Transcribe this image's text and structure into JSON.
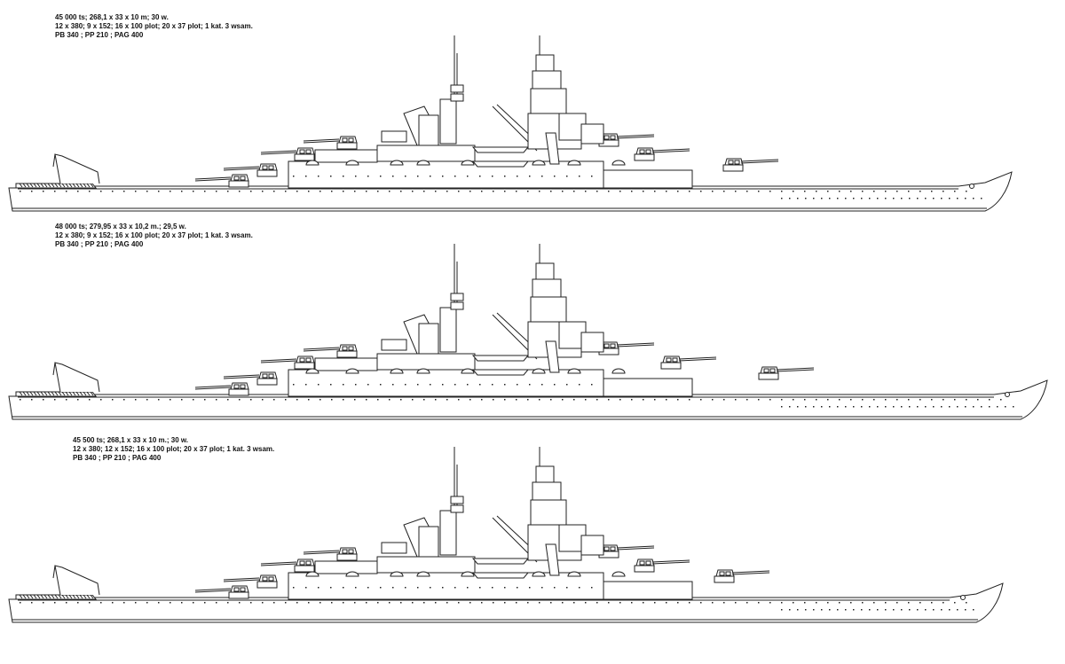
{
  "ships": [
    {
      "specs": [
        "45 000 ts; 268,1 x 33 x 10 m; 30 w.",
        "12 x 380; 9 x 152; 16 x 100 plot; 20 x 37 plot; 1 kat. 3 wsam.",
        "PB 340 ; PP 210 ; PAG 400"
      ]
    },
    {
      "specs": [
        "48 000 ts; 279,95 x 33 x 10,2 m.; 29,5 w.",
        "12 x 380; 9 x 152; 16 x 100 plot; 20 x 37 plot; 1 kat. 3 wsam.",
        "PB 340 ; PP 210 ; PAG 400"
      ]
    },
    {
      "specs": [
        "45 500 ts; 268,1 x 33 x 10 m.; 30 w.",
        "12 x 380; 12 x 152; 16 x 100 plot; 20 x 37 plot; 1 kat. 3 wsam.",
        "PB 340 ; PP 210 ; PAG 400"
      ]
    }
  ]
}
